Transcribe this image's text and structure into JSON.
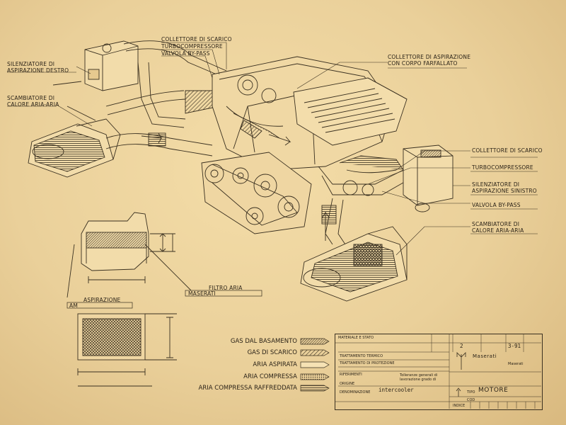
{
  "labels": {
    "silenz_dx_1": "SILENZIATORE DI",
    "silenz_dx_2": "ASPIRAZIONE DESTRO",
    "scamb_left_1": "SCAMBIATORE DI",
    "scamb_left_2": "CALORE ARIA-ARIA",
    "coll_scarico_top": "COLLETTORE DI SCARICO",
    "turbo_top": "TURBOCOMPRESSORE",
    "valvola_top": "VALVOLA BY-PASS",
    "coll_asp_1": "COLLETTORE DI ASPIRAZIONE",
    "coll_asp_2": "CON CORPO FARFALLATO",
    "coll_scarico_right": "COLLETTORE DI SCARICO",
    "turbo_right": "TURBOCOMPRESSORE",
    "silenz_sx_1": "SILENZIATORE DI",
    "silenz_sx_2": "ASPIRAZIONE SINISTRO",
    "valvola_right": "VALVOLA BY-PASS",
    "scamb_right_1": "SCAMBIATORE DI",
    "scamb_right_2": "CALORE ARIA-ARIA",
    "filtro": "FILTRO ARIA",
    "maserati": "MASERATI",
    "aspirazione": "ASPIRAZIONE",
    "am": "AM"
  },
  "legend": [
    {
      "label": "GAS DAL BASAMENTO",
      "pattern": "hatch-dense"
    },
    {
      "label": "GAS DI SCARICO",
      "pattern": "hatch"
    },
    {
      "label": "ARIA ASPIRATA",
      "pattern": "plain"
    },
    {
      "label": "ARIA COMPRESSA",
      "pattern": "dots"
    },
    {
      "label": "ARIA COMPRESSA RAFFREDDATA",
      "pattern": "stripes"
    }
  ],
  "title_block": {
    "materiale": "MATERIALE E STATO",
    "trattamento_termico": "TRATTAMENTO TERMICO",
    "trattamento_protezione": "TRATTAMENTO DI PROTEZIONE",
    "riferimenti": "RIFERIMENTI",
    "origine": "ORIGINE",
    "tolleranze_1": "Tolleranze generali di",
    "tolleranze_2": "lavorazione grado di",
    "denominazione_label": "DENOMINAZIONE",
    "denominazione_value": "intercooler",
    "foglio_value": "2",
    "data_value": "3-91",
    "company": "Maserati",
    "company_small": "Maserati",
    "tipo_label": "TIPO",
    "tipo_value": "MOTORE",
    "cod_label": "COD",
    "indice_label": "INDICE"
  },
  "colors": {
    "paper": "#efd7a2",
    "ink": "#2b2318"
  }
}
